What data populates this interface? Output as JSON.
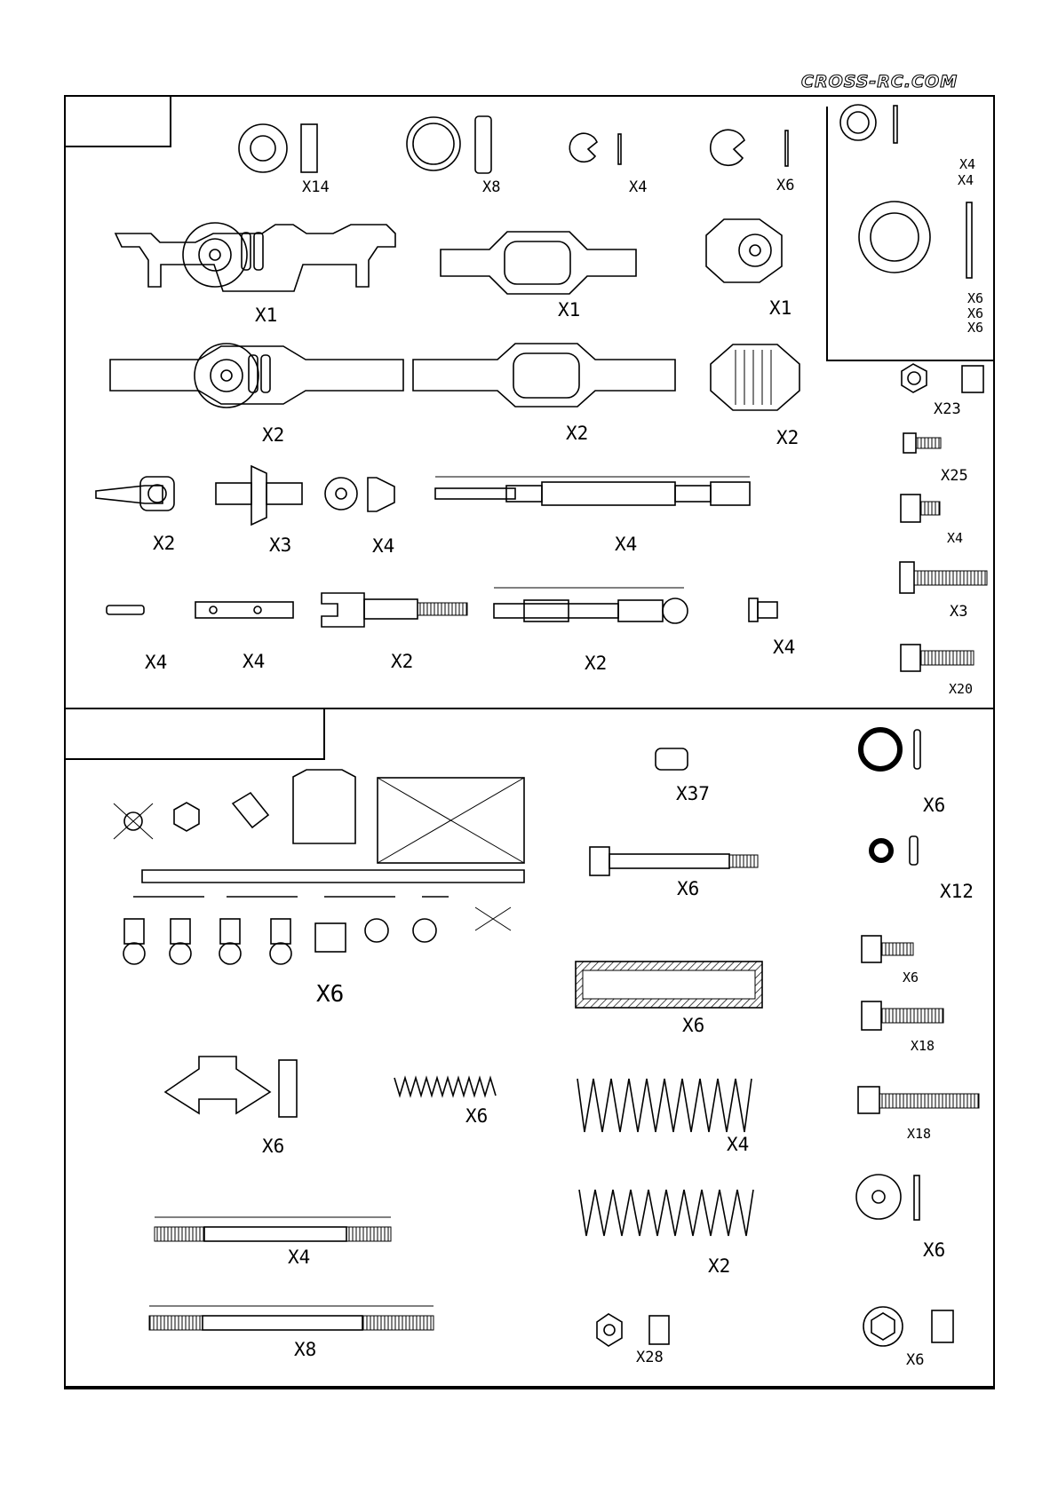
{
  "brand": {
    "logo_text": "CROSS-RC.COM"
  },
  "top_section": {
    "quantities": {
      "bearing_small": "X14",
      "bearing_large": "X8",
      "e_clip_small": "X4",
      "e_clip_large": "X6",
      "inset_washer_1": "X4",
      "inset_washer_2": "X4",
      "inset_shim_1": "X6",
      "inset_shim_2": "X6",
      "inset_shim_3": "X6",
      "front_axle_housing": "X1",
      "rear_axle_housing": "X1",
      "diff_cover_small": "X1",
      "front_axle_housing_b": "X2",
      "rear_axle_housing_b": "X2",
      "diff_cover_finned": "X2",
      "locknut": "X23",
      "cap_screw_short": "X25",
      "cap_screw_m": "X4",
      "hex_bolt": "X3",
      "cap_screw_long": "X20",
      "knuckle_arm": "X2",
      "diff_gear_assembly": "X3",
      "spider_gear_set": "X4",
      "axle_shaft": "X4",
      "pin": "X4",
      "pinion_shaft": "X4",
      "drive_cup": "X2",
      "cv_shaft": "X2",
      "bushing": "X4"
    }
  },
  "bottom_section": {
    "quantities": {
      "rod_end_tree": "X6",
      "shock_ball": "X37",
      "shock_shaft": "X6",
      "shock_body": "X6",
      "o_ring": "X6",
      "o_ring_small": "X12",
      "cap_screw_1": "X6",
      "cap_screw_2": "X18",
      "cap_screw_3": "X18",
      "shock_mount": "X6",
      "small_spring": "X6",
      "spring_long": "X4",
      "spring_short": "X2",
      "washer": "X6",
      "link_rod_short": "X4",
      "link_rod_long": "X8",
      "nut": "X28",
      "flange_nut": "X6"
    }
  }
}
